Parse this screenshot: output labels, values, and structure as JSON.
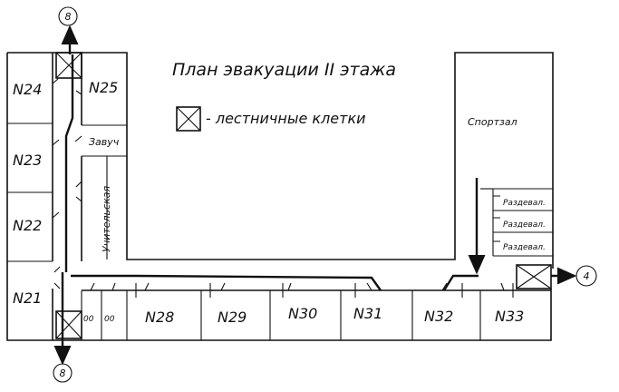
{
  "title": "План эвакуации II этажа",
  "legend": {
    "text": "- лестничные клетки"
  },
  "exits": {
    "top": "8",
    "bottom": "8",
    "right": "4"
  },
  "rooms": {
    "n24": "N24",
    "n25": "N25",
    "zavuch": "Завуч",
    "n23": "N23",
    "teachers": "Учительская",
    "n22": "N22",
    "n21": "N21",
    "small1": "00",
    "small2": "00",
    "n28": "N28",
    "n29": "N29",
    "n30": "N30",
    "n31": "N31",
    "n32": "N32",
    "n33": "N33",
    "gym": "Спортзал",
    "locker1": "Раздевал.",
    "locker2": "Раздевал.",
    "locker3": "Раздевал."
  },
  "colors": {
    "ink": "#111111",
    "paper": "#ffffff"
  }
}
